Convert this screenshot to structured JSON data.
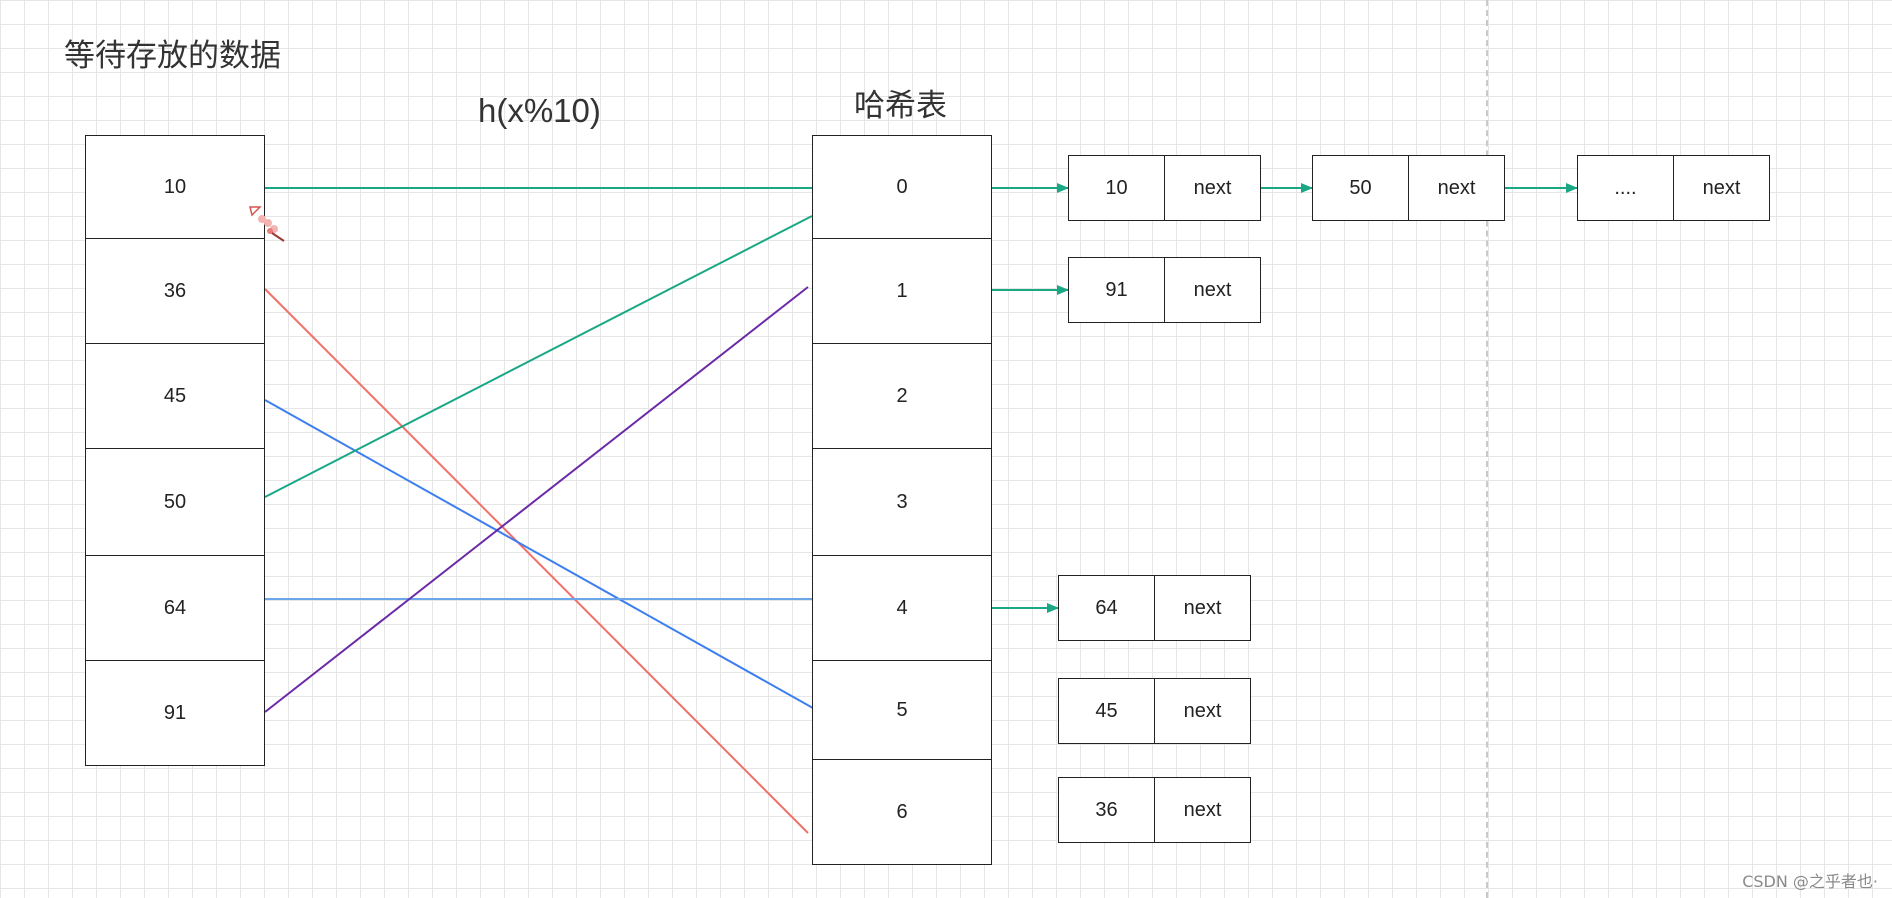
{
  "titles": {
    "source": "等待存放的数据",
    "function": "h(x%10)",
    "table": "哈希表"
  },
  "source_values": [
    "10",
    "36",
    "45",
    "50",
    "64",
    "91"
  ],
  "table_indices": [
    "0",
    "1",
    "2",
    "3",
    "4",
    "5",
    "6"
  ],
  "next_label": "next",
  "chains": {
    "bucket_0": [
      "10",
      "50",
      "...."
    ],
    "bucket_1": [
      "91"
    ],
    "bucket_4": [
      "64"
    ],
    "bucket_5": [
      "45"
    ],
    "bucket_6": [
      "36"
    ]
  },
  "mappings": [
    {
      "value": "10",
      "bucket": "0",
      "color": "#1aa884"
    },
    {
      "value": "36",
      "bucket": "6",
      "color": "#f0706a"
    },
    {
      "value": "45",
      "bucket": "5",
      "color": "#3d7ef0"
    },
    {
      "value": "50",
      "bucket": "0",
      "color": "#1aa884"
    },
    {
      "value": "64",
      "bucket": "4",
      "color": "#6aa6e8"
    },
    {
      "value": "91",
      "bucket": "1",
      "color": "#6a2aa8"
    }
  ],
  "colors": {
    "link_arrow": "#1aa884",
    "grid": "#e6e6e6",
    "border": "#222222"
  },
  "watermark": "CSDN @之乎者也·"
}
